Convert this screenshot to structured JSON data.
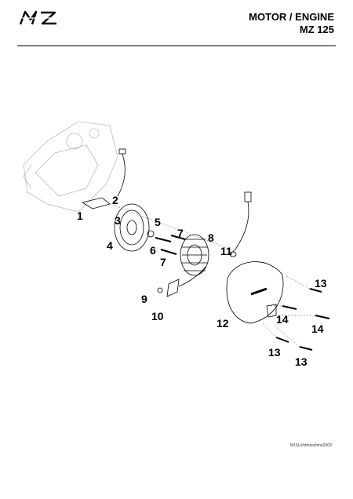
{
  "header": {
    "brand": "MZ",
    "title": "MOTOR / ENGINE",
    "model": "MZ 125"
  },
  "diagram": {
    "callouts": [
      {
        "id": "c1",
        "label": "1"
      },
      {
        "id": "c2",
        "label": "2"
      },
      {
        "id": "c3",
        "label": "3"
      },
      {
        "id": "c4",
        "label": "4"
      },
      {
        "id": "c5",
        "label": "5"
      },
      {
        "id": "c6",
        "label": "6"
      },
      {
        "id": "c7a",
        "label": "7"
      },
      {
        "id": "c7b",
        "label": "7"
      },
      {
        "id": "c8",
        "label": "8"
      },
      {
        "id": "c9",
        "label": "9"
      },
      {
        "id": "c10",
        "label": "10"
      },
      {
        "id": "c11",
        "label": "11"
      },
      {
        "id": "c12",
        "label": "12"
      },
      {
        "id": "c13a",
        "label": "13"
      },
      {
        "id": "c13b",
        "label": "13"
      },
      {
        "id": "c13c",
        "label": "13"
      },
      {
        "id": "c14a",
        "label": "14"
      },
      {
        "id": "c14b",
        "label": "14"
      }
    ]
  },
  "footer": {
    "code": "M16Lichtmaschine2003"
  }
}
